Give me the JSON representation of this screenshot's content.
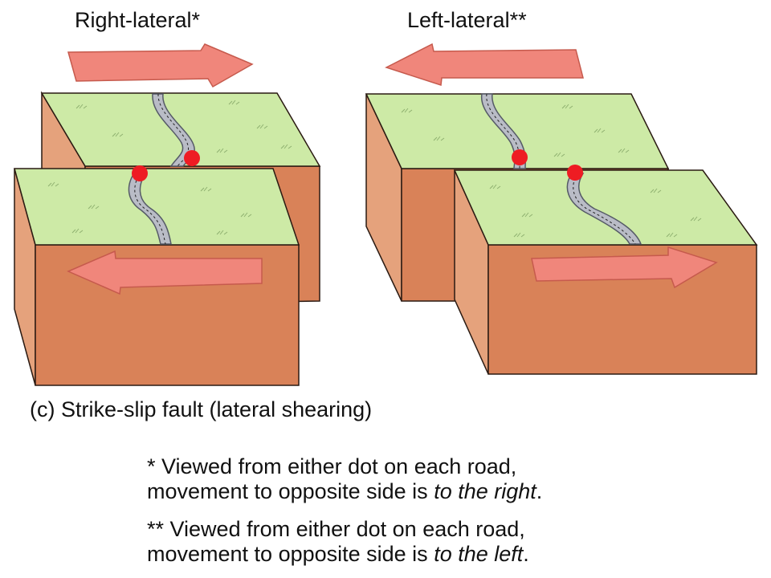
{
  "titles": {
    "right_lateral": "Right-lateral*",
    "left_lateral": "Left-lateral**"
  },
  "caption": "(c) Strike-slip fault (lateral shearing)",
  "footnotes": {
    "right": {
      "line1": "* Viewed from either dot on each road,",
      "line2_prefix": "movement to opposite side is ",
      "line2_emphasis": "to the right",
      "line2_suffix": "."
    },
    "left": {
      "line1": "** Viewed from either dot on each road,",
      "line2_prefix": "movement to opposite side is ",
      "line2_emphasis": "to the left",
      "line2_suffix": "."
    }
  },
  "colors": {
    "grass": "#cdeaa6",
    "grass_marks": "#8fb070",
    "block_front": "#d98258",
    "block_side": "#e5a27c",
    "arrow_fill": "#f0867b",
    "arrow_edge": "#c65a4d",
    "road": "#b9bcc6",
    "road_edge": "#555a66",
    "dot": "#ee1c23",
    "outline": "#2a1a12"
  }
}
